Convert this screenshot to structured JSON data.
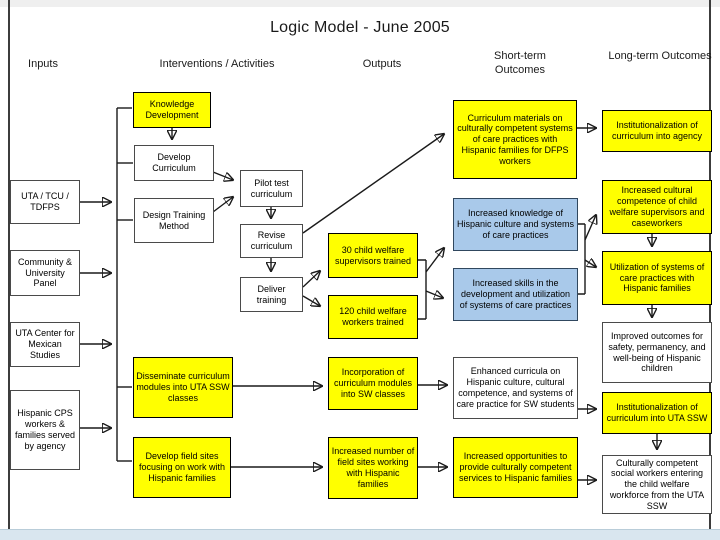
{
  "title": "Logic Model - June 2005",
  "columns": {
    "inputs": {
      "header": "Inputs"
    },
    "interventions": {
      "header": "Interventions / Activities"
    },
    "outputs": {
      "header": "Outputs"
    },
    "short_term": {
      "header": "Short-term Outcomes"
    },
    "long_term": {
      "header": "Long-term Outcomes"
    }
  },
  "colors": {
    "activity_highlight_yellow": "#ffff00",
    "knowledge_outcome_blue": "#a9c9ea",
    "neutral_box_white": "#ffffff",
    "connector_black": "#1a1a1a",
    "footer_strip_blue": "#d9e6ef"
  },
  "nodes": {
    "uta_tcu_tdfps": {
      "label": "UTA / TCU / TDFPS",
      "fill": "white"
    },
    "community_university_panel": {
      "label": "Community & University Panel",
      "fill": "white"
    },
    "uta_center_mexican_studies": {
      "label": "UTA Center for Mexican Studies",
      "fill": "white"
    },
    "hispanic_cps_workers": {
      "label": "Hispanic CPS workers & families served by agency",
      "fill": "white"
    },
    "knowledge_development": {
      "label": "Knowledge Development",
      "fill": "yellow"
    },
    "develop_curriculum": {
      "label": "Develop Curriculum",
      "fill": "white"
    },
    "design_training_method": {
      "label": "Design Training Method",
      "fill": "white"
    },
    "disseminate_modules": {
      "label": "Disseminate curriculum modules into UTA SSW classes",
      "fill": "yellow"
    },
    "develop_field_sites": {
      "label": "Develop field sites focusing on work with Hispanic families",
      "fill": "yellow"
    },
    "pilot_test_curriculum": {
      "label": "Pilot test curriculum",
      "fill": "white"
    },
    "revise_curriculum": {
      "label": "Revise curriculum",
      "fill": "white"
    },
    "deliver_training": {
      "label": "Deliver training",
      "fill": "white"
    },
    "supervisors_trained": {
      "label": "30 child welfare supervisors trained",
      "fill": "yellow"
    },
    "workers_trained": {
      "label": "120 child welfare workers trained",
      "fill": "yellow"
    },
    "incorporation_modules": {
      "label": "Incorporation of curriculum modules into SW classes",
      "fill": "yellow"
    },
    "increased_field_sites": {
      "label": "Increased number of field sites working with Hispanic families",
      "fill": "yellow"
    },
    "curriculum_materials": {
      "label": "Curriculum materials on culturally competent systems of care practices with Hispanic families for DFPS workers",
      "fill": "yellow"
    },
    "increased_knowledge": {
      "label": "Increased knowledge of Hispanic culture and systems of care practices",
      "fill": "blue"
    },
    "increased_skills": {
      "label": "Increased skills in the development and utilization of systems of care practices",
      "fill": "blue"
    },
    "enhanced_curricula": {
      "label": "Enhanced curricula on Hispanic culture, cultural competence, and systems of care practice for SW students",
      "fill": "white"
    },
    "increased_opportunities": {
      "label": "Increased opportunities to provide culturally competent services to Hispanic families",
      "fill": "yellow"
    },
    "institutionalization_agency": {
      "label": "Institutionalization of curriculum into agency",
      "fill": "yellow"
    },
    "increased_cultural_competence": {
      "label": "Increased cultural competence of child welfare supervisors and caseworkers",
      "fill": "yellow"
    },
    "utilization_systems": {
      "label": "Utilization of systems of care practices with Hispanic families",
      "fill": "yellow"
    },
    "improved_outcomes": {
      "label": "Improved outcomes for safety, permanency, and well-being of Hispanic children",
      "fill": "white"
    },
    "institutionalization_uta_ssw": {
      "label": "Institutionalization of curriculum into UTA SSW",
      "fill": "yellow"
    },
    "culturally_competent_workers": {
      "label": "Culturally competent social workers entering the child welfare workforce from the UTA SSW",
      "fill": "white"
    }
  },
  "edges": [
    {
      "from": "uta_tcu_tdfps",
      "to": "activities_trunk"
    },
    {
      "from": "community_university_panel",
      "to": "activities_trunk"
    },
    {
      "from": "uta_center_mexican_studies",
      "to": "activities_trunk"
    },
    {
      "from": "hispanic_cps_workers",
      "to": "activities_trunk"
    },
    {
      "from": "activities_trunk",
      "to": "knowledge_development"
    },
    {
      "from": "activities_trunk",
      "to": "develop_curriculum"
    },
    {
      "from": "activities_trunk",
      "to": "design_training_method"
    },
    {
      "from": "activities_trunk",
      "to": "disseminate_modules"
    },
    {
      "from": "activities_trunk",
      "to": "develop_field_sites"
    },
    {
      "from": "knowledge_development",
      "to": "develop_curriculum"
    },
    {
      "from": "develop_curriculum",
      "to": "pilot_test_curriculum"
    },
    {
      "from": "design_training_method",
      "to": "pilot_test_curriculum"
    },
    {
      "from": "pilot_test_curriculum",
      "to": "revise_curriculum"
    },
    {
      "from": "revise_curriculum",
      "to": "deliver_training"
    },
    {
      "from": "revise_curriculum",
      "to": "curriculum_materials"
    },
    {
      "from": "deliver_training",
      "to": "supervisors_trained"
    },
    {
      "from": "deliver_training",
      "to": "workers_trained"
    },
    {
      "from": "supervisors_trained",
      "to": "increased_knowledge"
    },
    {
      "from": "supervisors_trained",
      "to": "increased_skills"
    },
    {
      "from": "workers_trained",
      "to": "increased_knowledge"
    },
    {
      "from": "workers_trained",
      "to": "increased_skills"
    },
    {
      "from": "increased_knowledge",
      "to": "increased_cultural_competence"
    },
    {
      "from": "increased_knowledge",
      "to": "utilization_systems"
    },
    {
      "from": "increased_skills",
      "to": "increased_cultural_competence"
    },
    {
      "from": "increased_skills",
      "to": "utilization_systems"
    },
    {
      "from": "curriculum_materials",
      "to": "institutionalization_agency"
    },
    {
      "from": "increased_cultural_competence",
      "to": "utilization_systems"
    },
    {
      "from": "utilization_systems",
      "to": "improved_outcomes"
    },
    {
      "from": "disseminate_modules",
      "to": "incorporation_modules"
    },
    {
      "from": "incorporation_modules",
      "to": "enhanced_curricula"
    },
    {
      "from": "enhanced_curricula",
      "to": "institutionalization_uta_ssw"
    },
    {
      "from": "develop_field_sites",
      "to": "increased_field_sites"
    },
    {
      "from": "increased_field_sites",
      "to": "increased_opportunities"
    },
    {
      "from": "increased_opportunities",
      "to": "culturally_competent_workers"
    },
    {
      "from": "institutionalization_uta_ssw",
      "to": "culturally_competent_workers"
    }
  ]
}
